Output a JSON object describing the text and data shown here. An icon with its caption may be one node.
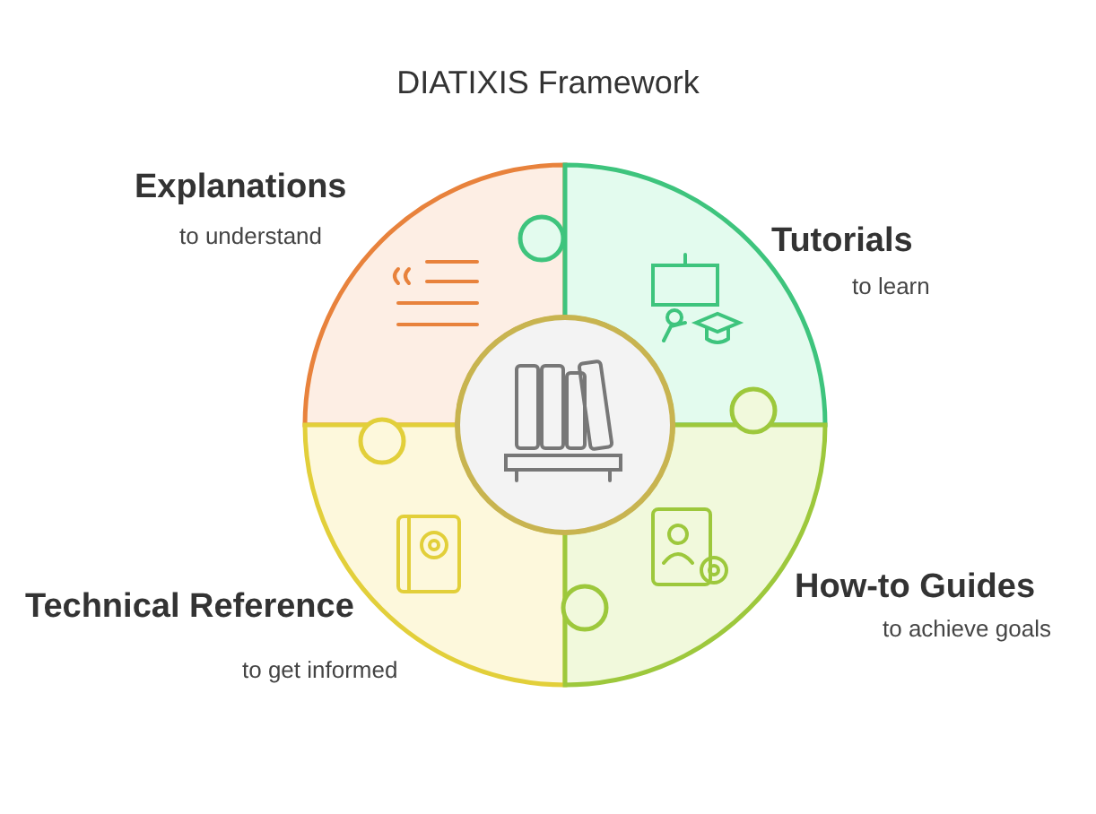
{
  "diagram": {
    "title": "DIATIXIS Framework",
    "nodes": [
      {
        "text": [
          "Explanations",
          "to understand"
        ]
      },
      {
        "text": [
          "Tutorials",
          "to learn"
        ]
      },
      {
        "text": [
          "Technical Reference",
          "to get informed"
        ]
      },
      {
        "text": [
          "How-to Guides",
          "to achieve goals"
        ]
      }
    ],
    "edges": []
  }
}
